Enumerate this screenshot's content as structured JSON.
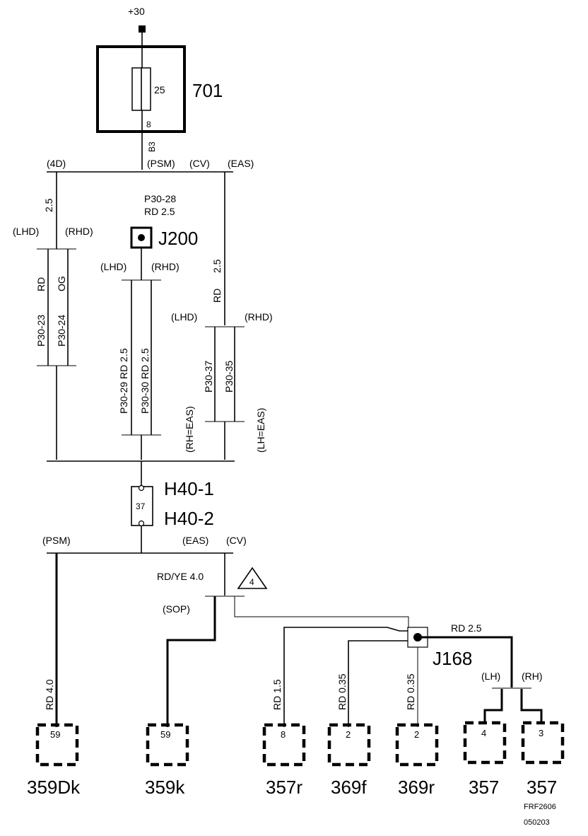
{
  "supply": {
    "label": "+30"
  },
  "fuse_box": {
    "id": "701",
    "fuse_rating": "25",
    "pin": "8",
    "terminal": "B3"
  },
  "variants_top": {
    "v4d": "(4D)",
    "psm": "(PSM)",
    "cv": "(CV)",
    "eas": "(EAS)"
  },
  "wires_top": {
    "left_size": "2.5",
    "p3028": "P30-28",
    "rd25": "RD  2.5",
    "right_size": "2.5",
    "right_color": "RD"
  },
  "splice_j200": {
    "id": "J200"
  },
  "lhd": "(LHD)",
  "rhd": "(RHD)",
  "left_pair": {
    "a_color": "RD",
    "b_color": "OG",
    "a_id": "P30-23",
    "b_id": "P30-24"
  },
  "mid_pair": {
    "a": "P30-29  RD  2.5",
    "b": "P30-30  RD  2.5"
  },
  "right_pair": {
    "a_id": "P30-37",
    "b_id": "P30-35",
    "note_a": "(RH=EAS)",
    "note_b": "(LH=EAS)"
  },
  "connector_h40": {
    "top": "H40-1",
    "bottom": "H40-2",
    "pin": "37"
  },
  "variants_mid": {
    "psm": "(PSM)",
    "eas": "(EAS)",
    "cv": "(CV)"
  },
  "wire_rdye": {
    "label": "RD/YE  4.0",
    "note_num": "4"
  },
  "sop": "(SOP)",
  "splice_j168": {
    "id": "J168",
    "out": "RD  2.5"
  },
  "lh": "(LH)",
  "rh": "(RH)",
  "drops": {
    "w1": "RD  4.0",
    "w2": "RD  1.5",
    "w3": "RD  0.35",
    "w4": "RD  0.35"
  },
  "components": [
    {
      "pin": "59",
      "name": "359Dk"
    },
    {
      "pin": "59",
      "name": "359k"
    },
    {
      "pin": "8",
      "name": "357r"
    },
    {
      "pin": "2",
      "name": "369f"
    },
    {
      "pin": "2",
      "name": "369r"
    },
    {
      "pin": "4",
      "name": "357"
    },
    {
      "pin": "3",
      "name": "357"
    }
  ],
  "footer": {
    "code1": "FRF2606",
    "code2": "050203"
  }
}
